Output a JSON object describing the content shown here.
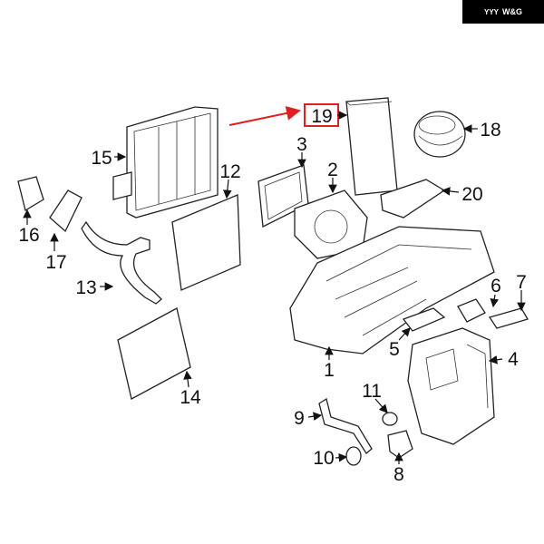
{
  "logo": {
    "text": "W&G",
    "mark": "YYY"
  },
  "highlight_color": "#e02020",
  "highlighted_part": "19",
  "callouts": [
    "1",
    "2",
    "3",
    "4",
    "5",
    "6",
    "7",
    "8",
    "9",
    "10",
    "11",
    "12",
    "13",
    "14",
    "15",
    "16",
    "17",
    "18",
    "19",
    "20"
  ]
}
